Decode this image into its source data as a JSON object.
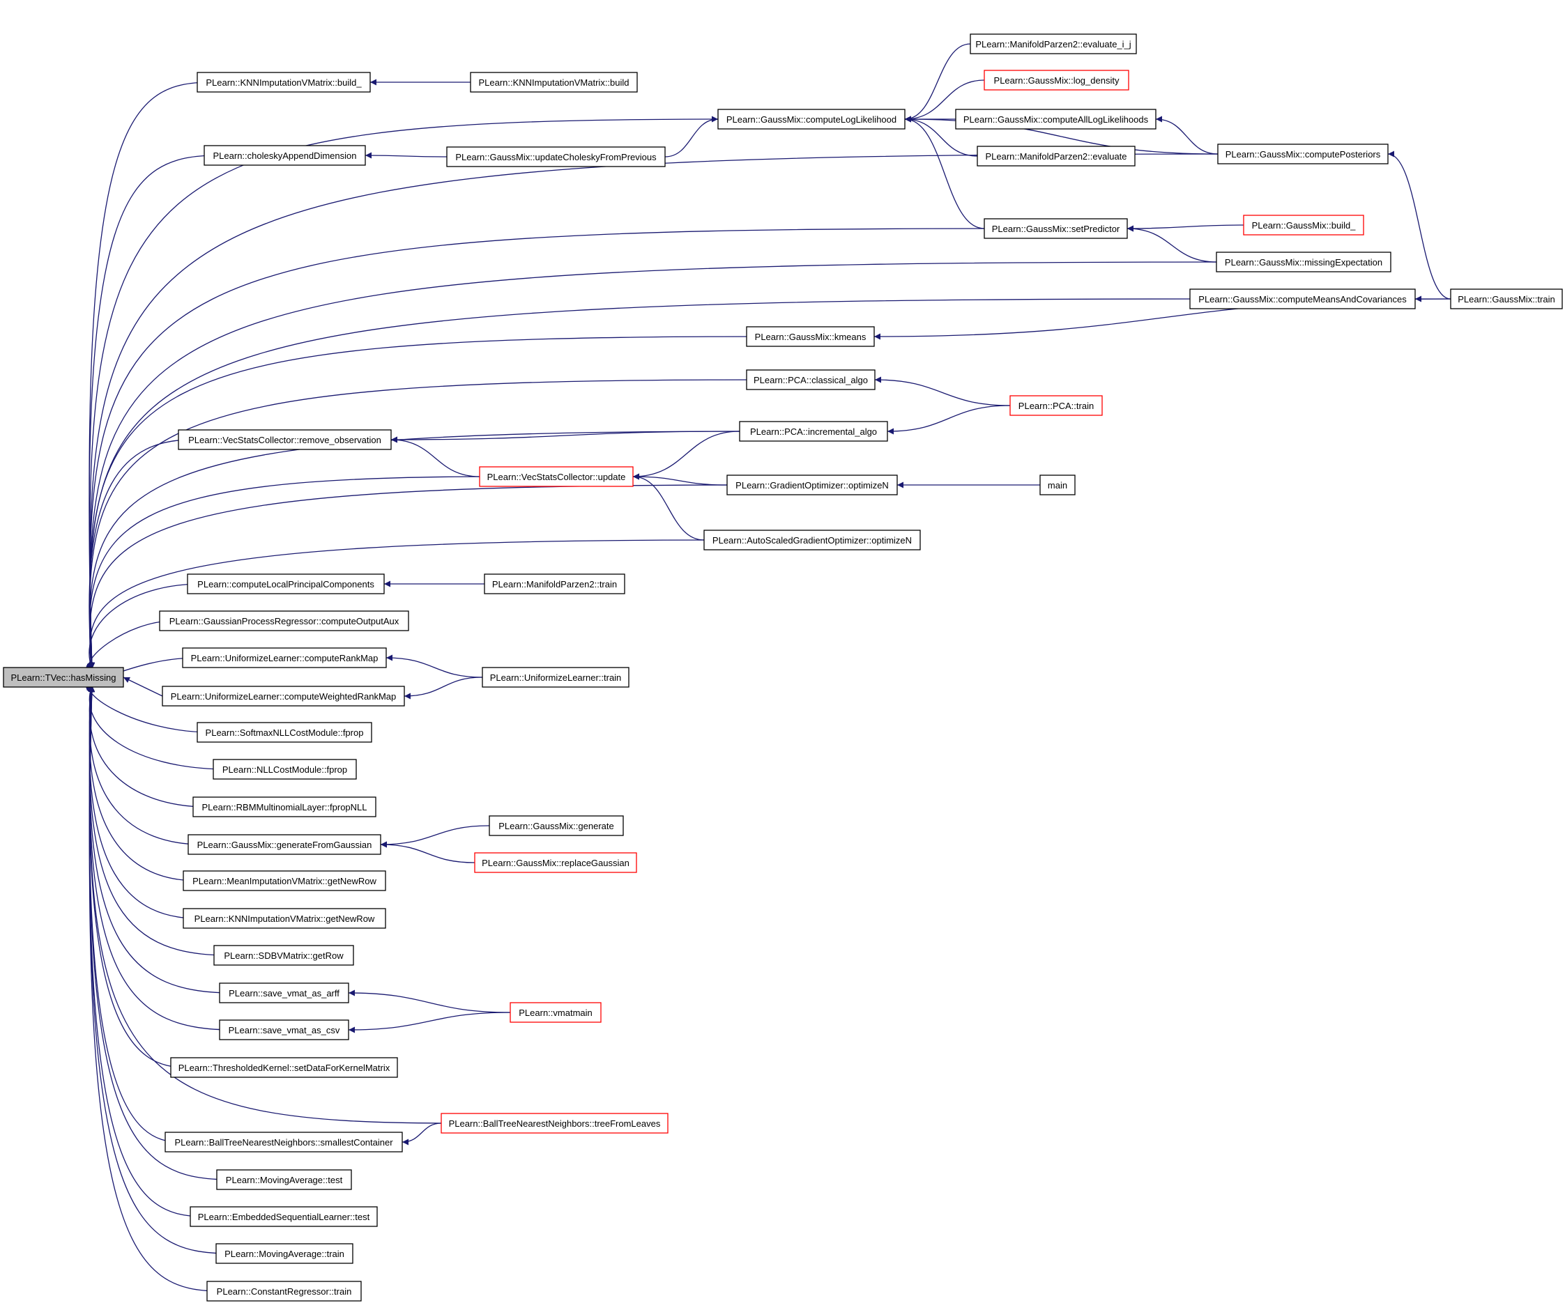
{
  "colors": {
    "edge": "#191970",
    "node_border": "#000000",
    "node_border_truncated": "#ff0000",
    "root_fill": "#bfbfbf",
    "node_fill": "#ffffff"
  },
  "nodes": [
    {
      "id": "hasMissing",
      "label": "PLearn::TVec::hasMissing",
      "root": true
    },
    {
      "id": "knn_build_",
      "label": "PLearn::KNNImputationVMatrix::build_"
    },
    {
      "id": "knn_build",
      "label": "PLearn::KNNImputationVMatrix::build"
    },
    {
      "id": "gm_cll",
      "label": "PLearn::GaussMix::computeLogLikelihood"
    },
    {
      "id": "mp2_eval_ij",
      "label": "PLearn::ManifoldParzen2::evaluate_i_j"
    },
    {
      "id": "gm_logdensity",
      "label": "PLearn::GaussMix::log_density",
      "truncated": true
    },
    {
      "id": "gm_call",
      "label": "PLearn::GaussMix::computeAllLogLikelihoods"
    },
    {
      "id": "mp2_eval",
      "label": "PLearn::ManifoldParzen2::evaluate"
    },
    {
      "id": "gm_post",
      "label": "PLearn::GaussMix::computePosteriors"
    },
    {
      "id": "chol_append",
      "label": "PLearn::choleskyAppendDimension"
    },
    {
      "id": "gm_ucfp",
      "label": "PLearn::GaussMix::updateCholeskyFromPrevious"
    },
    {
      "id": "gm_setpred",
      "label": "PLearn::GaussMix::setPredictor"
    },
    {
      "id": "gm_build_",
      "label": "PLearn::GaussMix::build_",
      "truncated": true
    },
    {
      "id": "gm_missexp",
      "label": "PLearn::GaussMix::missingExpectation"
    },
    {
      "id": "gm_cmac",
      "label": "PLearn::GaussMix::computeMeansAndCovariances"
    },
    {
      "id": "gm_train",
      "label": "PLearn::GaussMix::train"
    },
    {
      "id": "gm_kmeans",
      "label": "PLearn::GaussMix::kmeans"
    },
    {
      "id": "pca_classical",
      "label": "PLearn::PCA::classical_algo"
    },
    {
      "id": "pca_train",
      "label": "PLearn::PCA::train",
      "truncated": true
    },
    {
      "id": "pca_incr",
      "label": "PLearn::PCA::incremental_algo"
    },
    {
      "id": "vsc_remove",
      "label": "PLearn::VecStatsCollector::remove_observation"
    },
    {
      "id": "vsc_update",
      "label": "PLearn::VecStatsCollector::update",
      "truncated": true
    },
    {
      "id": "go_optN",
      "label": "PLearn::GradientOptimizer::optimizeN"
    },
    {
      "id": "main",
      "label": "main"
    },
    {
      "id": "asgo_optN",
      "label": "PLearn::AutoScaledGradientOptimizer::optimizeN"
    },
    {
      "id": "clpc",
      "label": "PLearn::computeLocalPrincipalComponents"
    },
    {
      "id": "mp2_train",
      "label": "PLearn::ManifoldParzen2::train"
    },
    {
      "id": "gpr_coa",
      "label": "PLearn::GaussianProcessRegressor::computeOutputAux"
    },
    {
      "id": "ul_crm",
      "label": "PLearn::UniformizeLearner::computeRankMap"
    },
    {
      "id": "ul_train",
      "label": "PLearn::UniformizeLearner::train"
    },
    {
      "id": "ul_cwrm",
      "label": "PLearn::UniformizeLearner::computeWeightedRankMap"
    },
    {
      "id": "snll_fprop",
      "label": "PLearn::SoftmaxNLLCostModule::fprop"
    },
    {
      "id": "nll_fprop",
      "label": "PLearn::NLLCostModule::fprop"
    },
    {
      "id": "rbm_fpnll",
      "label": "PLearn::RBMMultinomialLayer::fpropNLL"
    },
    {
      "id": "gm_gfg",
      "label": "PLearn::GaussMix::generateFromGaussian"
    },
    {
      "id": "gm_generate",
      "label": "PLearn::GaussMix::generate"
    },
    {
      "id": "gm_replace",
      "label": "PLearn::GaussMix::replaceGaussian",
      "truncated": true
    },
    {
      "id": "mivm_gnr",
      "label": "PLearn::MeanImputationVMatrix::getNewRow"
    },
    {
      "id": "knn_gnr",
      "label": "PLearn::KNNImputationVMatrix::getNewRow"
    },
    {
      "id": "sdbv_getrow",
      "label": "PLearn::SDBVMatrix::getRow"
    },
    {
      "id": "save_arff",
      "label": "PLearn::save_vmat_as_arff"
    },
    {
      "id": "vmatmain",
      "label": "PLearn::vmatmain",
      "truncated": true
    },
    {
      "id": "save_csv",
      "label": "PLearn::save_vmat_as_csv"
    },
    {
      "id": "tk_sdfkm",
      "label": "PLearn::ThresholdedKernel::setDataForKernelMatrix"
    },
    {
      "id": "btnn_tfl",
      "label": "PLearn::BallTreeNearestNeighbors::treeFromLeaves",
      "truncated": true
    },
    {
      "id": "btnn_sc",
      "label": "PLearn::BallTreeNearestNeighbors::smallestContainer"
    },
    {
      "id": "ma_test",
      "label": "PLearn::MovingAverage::test"
    },
    {
      "id": "esl_test",
      "label": "PLearn::EmbeddedSequentialLearner::test"
    },
    {
      "id": "ma_train",
      "label": "PLearn::MovingAverage::train"
    },
    {
      "id": "cr_train",
      "label": "PLearn::ConstantRegressor::train"
    }
  ],
  "edges": [
    [
      "knn_build_",
      "hasMissing"
    ],
    [
      "gm_cll",
      "hasMissing"
    ],
    [
      "chol_append",
      "hasMissing"
    ],
    [
      "gm_post",
      "hasMissing"
    ],
    [
      "gm_setpred",
      "hasMissing"
    ],
    [
      "gm_missexp",
      "hasMissing"
    ],
    [
      "gm_cmac",
      "hasMissing"
    ],
    [
      "gm_kmeans",
      "hasMissing"
    ],
    [
      "pca_classical",
      "hasMissing"
    ],
    [
      "pca_incr",
      "hasMissing"
    ],
    [
      "vsc_remove",
      "hasMissing"
    ],
    [
      "vsc_update",
      "hasMissing"
    ],
    [
      "go_optN",
      "hasMissing"
    ],
    [
      "asgo_optN",
      "hasMissing"
    ],
    [
      "clpc",
      "hasMissing"
    ],
    [
      "gpr_coa",
      "hasMissing"
    ],
    [
      "ul_crm",
      "hasMissing"
    ],
    [
      "ul_cwrm",
      "hasMissing"
    ],
    [
      "snll_fprop",
      "hasMissing"
    ],
    [
      "nll_fprop",
      "hasMissing"
    ],
    [
      "rbm_fpnll",
      "hasMissing"
    ],
    [
      "gm_gfg",
      "hasMissing"
    ],
    [
      "mivm_gnr",
      "hasMissing"
    ],
    [
      "knn_gnr",
      "hasMissing"
    ],
    [
      "sdbv_getrow",
      "hasMissing"
    ],
    [
      "save_arff",
      "hasMissing"
    ],
    [
      "save_csv",
      "hasMissing"
    ],
    [
      "tk_sdfkm",
      "hasMissing"
    ],
    [
      "btnn_tfl",
      "hasMissing"
    ],
    [
      "btnn_sc",
      "hasMissing"
    ],
    [
      "ma_test",
      "hasMissing"
    ],
    [
      "esl_test",
      "hasMissing"
    ],
    [
      "ma_train",
      "hasMissing"
    ],
    [
      "cr_train",
      "hasMissing"
    ],
    [
      "knn_build",
      "knn_build_"
    ],
    [
      "gm_ucfp",
      "gm_cll"
    ],
    [
      "mp2_eval_ij",
      "gm_cll"
    ],
    [
      "gm_logdensity",
      "gm_cll"
    ],
    [
      "gm_call",
      "gm_cll"
    ],
    [
      "mp2_eval",
      "gm_cll"
    ],
    [
      "gm_post",
      "gm_cll"
    ],
    [
      "gm_setpred",
      "gm_cll"
    ],
    [
      "gm_post",
      "gm_call"
    ],
    [
      "gm_ucfp",
      "chol_append"
    ],
    [
      "gm_train",
      "gm_post"
    ],
    [
      "gm_build_",
      "gm_setpred"
    ],
    [
      "gm_missexp",
      "gm_setpred"
    ],
    [
      "gm_train",
      "gm_cmac"
    ],
    [
      "gm_train",
      "gm_kmeans"
    ],
    [
      "pca_train",
      "pca_classical"
    ],
    [
      "pca_train",
      "pca_incr"
    ],
    [
      "pca_incr",
      "vsc_remove"
    ],
    [
      "vsc_update",
      "vsc_remove"
    ],
    [
      "pca_incr",
      "vsc_update"
    ],
    [
      "go_optN",
      "vsc_update"
    ],
    [
      "asgo_optN",
      "vsc_update"
    ],
    [
      "main",
      "go_optN"
    ],
    [
      "mp2_train",
      "clpc"
    ],
    [
      "ul_train",
      "ul_crm"
    ],
    [
      "ul_train",
      "ul_cwrm"
    ],
    [
      "gm_generate",
      "gm_gfg"
    ],
    [
      "gm_replace",
      "gm_gfg"
    ],
    [
      "vmatmain",
      "save_arff"
    ],
    [
      "vmatmain",
      "save_csv"
    ],
    [
      "btnn_tfl",
      "btnn_sc"
    ]
  ]
}
